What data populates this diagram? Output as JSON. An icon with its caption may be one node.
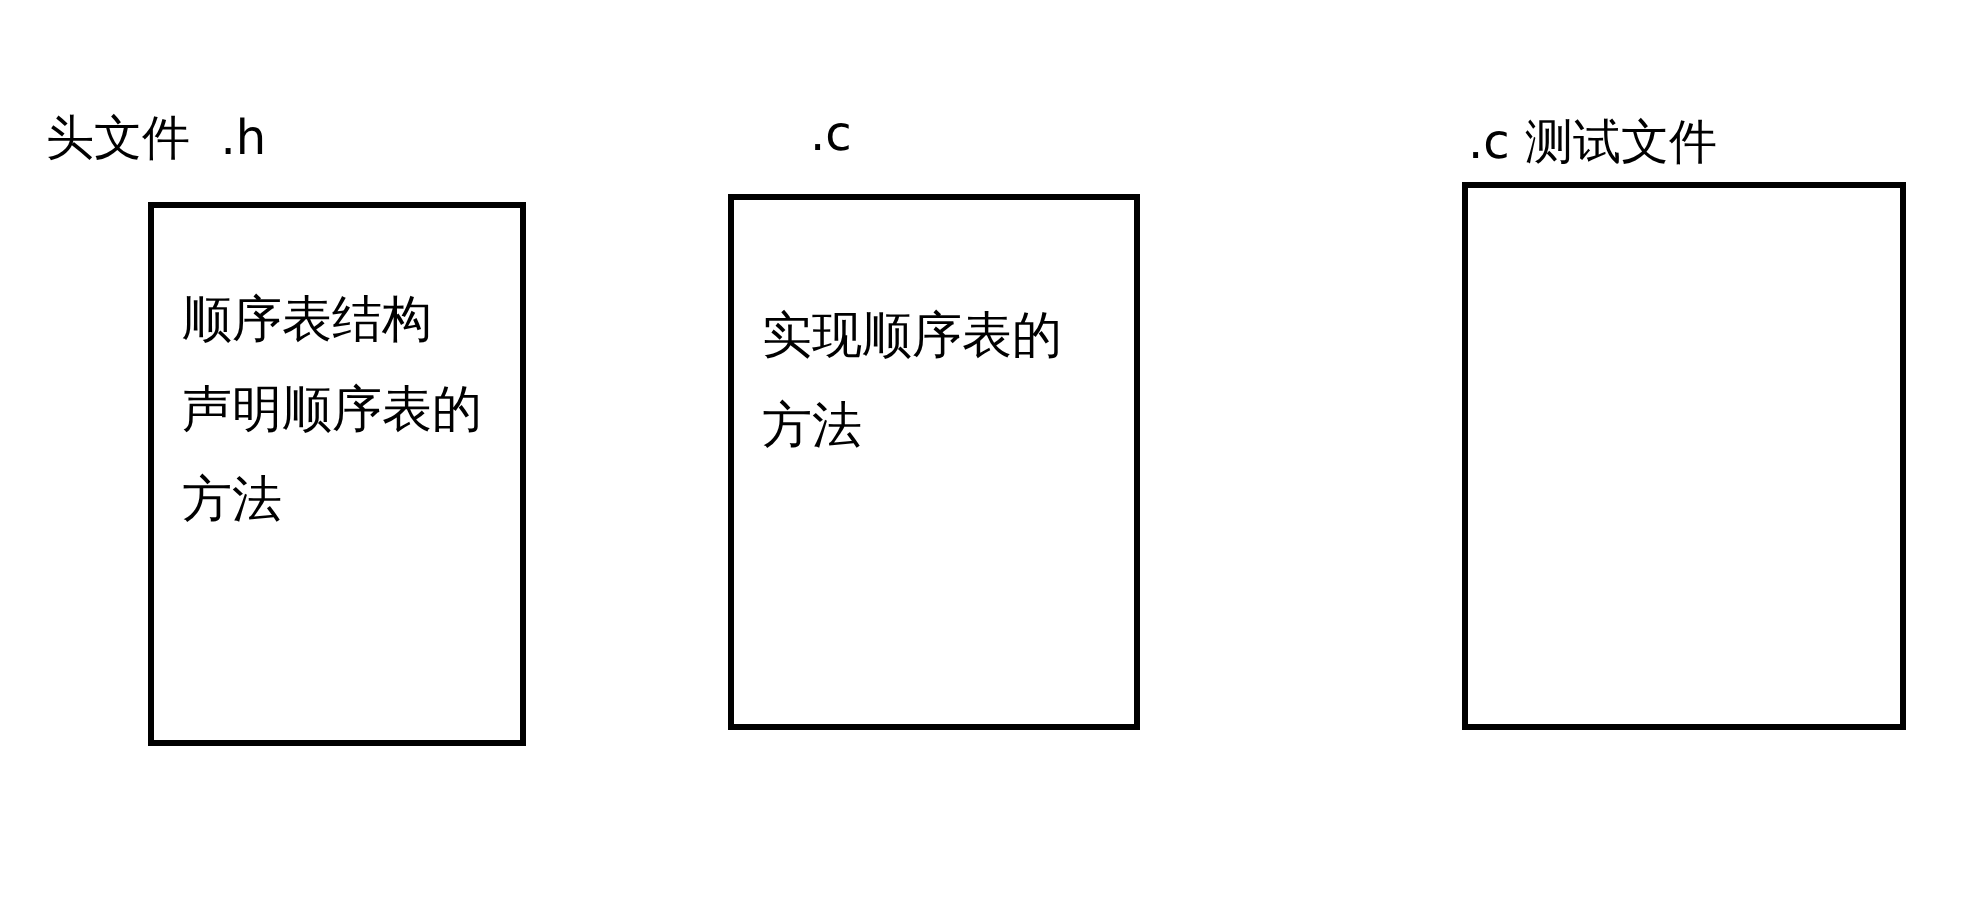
{
  "diagram": {
    "nodes": [
      {
        "text": [
          "头文件  .h",
          "顺序表结构",
          "声明顺序表的方法"
        ]
      },
      {
        "text": [
          ".c",
          "实现顺序表的方法"
        ]
      },
      {
        "text": [
          ".c 测试文件"
        ]
      }
    ]
  }
}
